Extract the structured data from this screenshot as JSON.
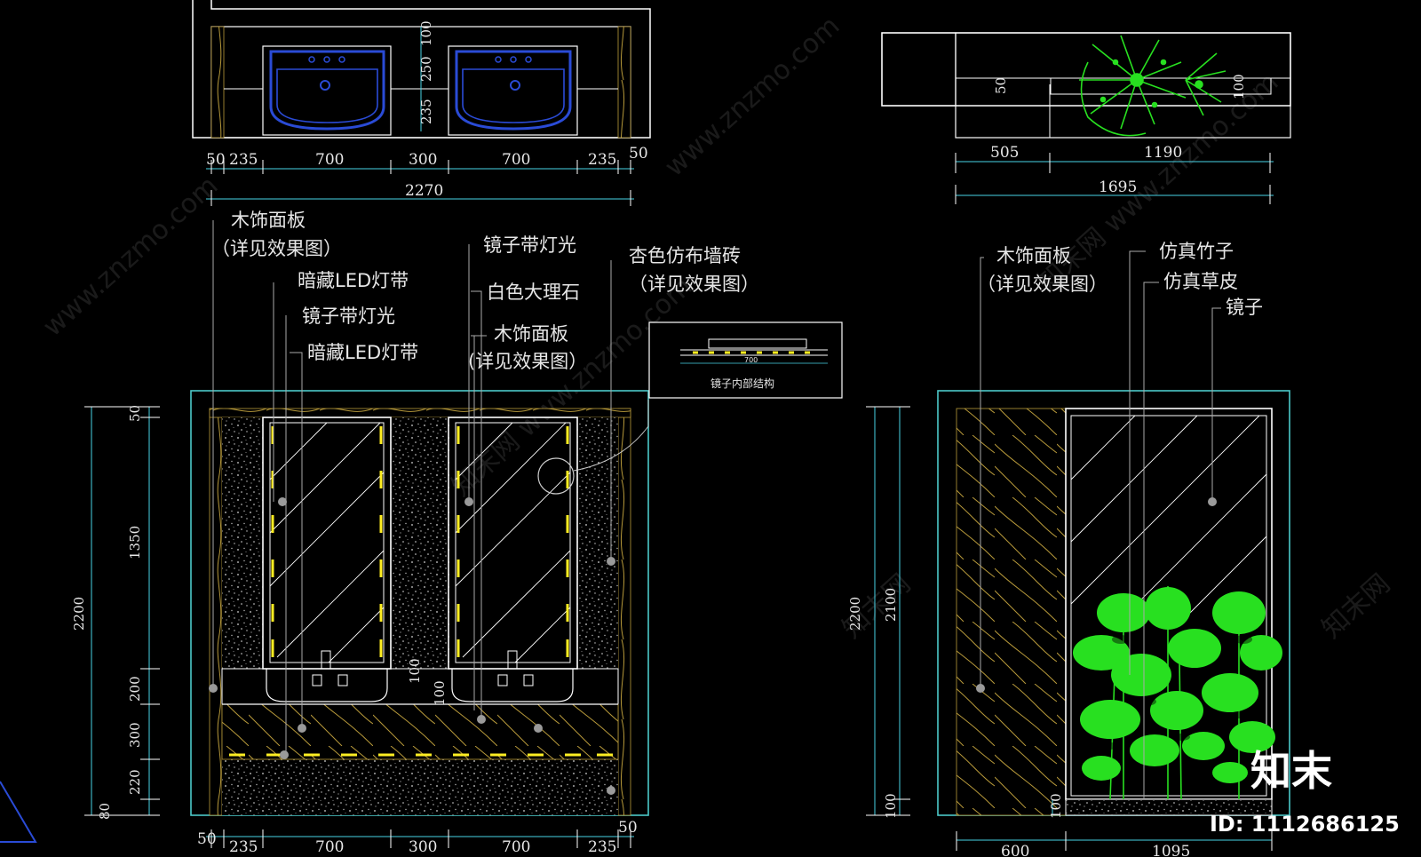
{
  "left_plan": {
    "sink_dims": [
      "100",
      "250",
      "235"
    ],
    "width_dims": [
      "50",
      "235",
      "700",
      "300",
      "700",
      "235",
      "50"
    ],
    "total": "2270"
  },
  "right_plan": {
    "dims_inner": [
      "50",
      "100"
    ],
    "width_dims": [
      "505",
      "1190"
    ],
    "total": "1695"
  },
  "left_elev": {
    "labels": {
      "wood_panel": "木饰面板",
      "see_render_1": "（详见效果图）",
      "led_strip_1": "暗藏LED灯带",
      "mirror_light_1": "镜子带灯光",
      "led_strip_2": "暗藏LED灯带",
      "mirror_light_2": "镜子带灯光",
      "white_marble": "白色大理石",
      "wood_panel_2": "木饰面板",
      "see_render_2": "(详见效果图）",
      "apricot_tile": "杏色仿布墙砖",
      "see_render_3": "（详见效果图）"
    },
    "detail_caption": "镜子内部结构",
    "detail_dims": [
      "700"
    ],
    "height_dims": [
      "50",
      "1350",
      "200",
      "300",
      "220",
      "80"
    ],
    "overall_height": "2200",
    "sink_dims": [
      "100",
      "100"
    ],
    "width_dims": [
      "50",
      "235",
      "700",
      "300",
      "700",
      "235",
      "50"
    ]
  },
  "right_elev": {
    "labels": {
      "wood_panel": "木饰面板",
      "see_render": "（详见效果图）",
      "bamboo": "仿真竹子",
      "grass": "仿真草皮",
      "mirror": "镜子"
    },
    "height_dims": [
      "2200",
      "2100",
      "100",
      "100"
    ],
    "width_dims": [
      "600",
      "1095"
    ]
  },
  "watermarks": [
    "www.znzmo.com",
    "知末网 www.znzmo.com",
    "www.znzmo.com",
    "知末网 www.znzmo.com",
    "知末网",
    "知末网"
  ],
  "brand": {
    "logo": "知末",
    "id": "ID: 1112686125"
  },
  "colors": {
    "background": "#000000",
    "outline": "#ffffff",
    "frame_cyan": "#4cc9c9",
    "dim_cyan": "#49d3e6",
    "wood": "#b89a3a",
    "sink_blue": "#2a4bd6",
    "led_yellow": "#ffee22",
    "plant_green": "#28e020"
  }
}
